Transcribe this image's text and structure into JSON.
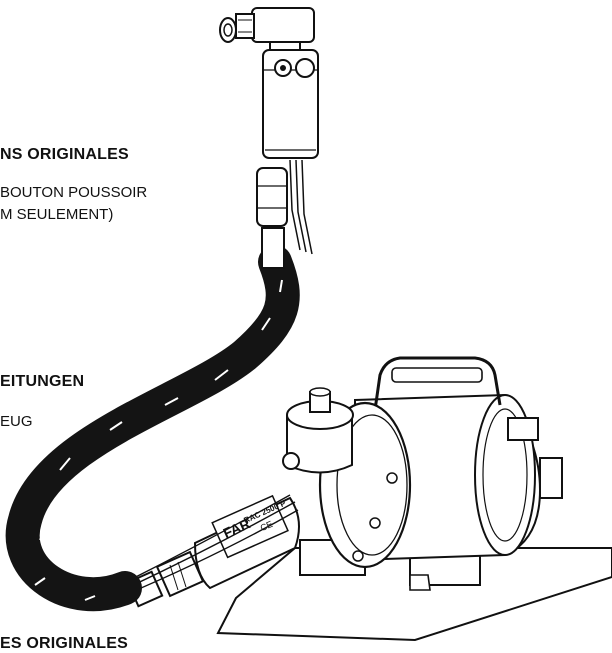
{
  "page": {
    "fr_heading": "NS ORIGINALES",
    "fr_line1": "BOUTON POUSSOIR",
    "fr_line2": "M SEULEMENT)",
    "de_heading": "EITUNGEN",
    "de_line1": "EUG",
    "bottom_heading": "ES ORIGINALES"
  },
  "illustration": {
    "device_brand": "FAR",
    "device_model": "RAC 2500 P",
    "ce_mark": "CE",
    "stroke_color": "#111111",
    "hose_color": "#141414",
    "icons": [
      "push-button-control-icon",
      "hydraulic-pump-icon",
      "hydraulic-hose-icon",
      "riveting-tool-icon"
    ]
  }
}
